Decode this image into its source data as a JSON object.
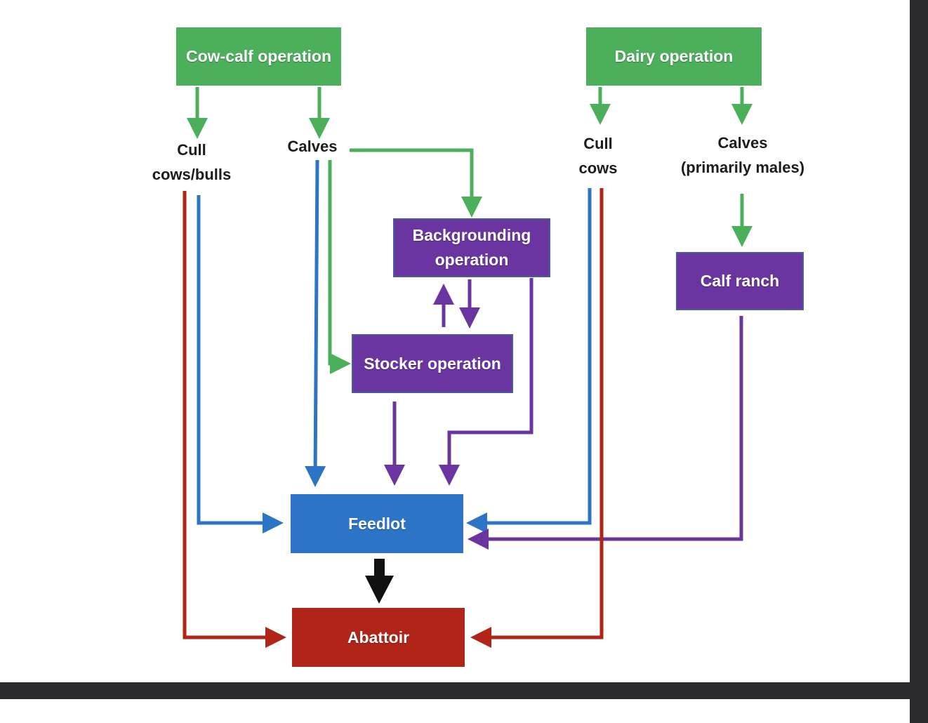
{
  "nodes": {
    "cow_calf": "Cow-calf operation",
    "dairy": "Dairy operation",
    "backgrounding_line1": "Backgrounding",
    "backgrounding_line2": "operation",
    "calf_ranch": "Calf ranch",
    "stocker": "Stocker operation",
    "feedlot": "Feedlot",
    "abattoir": "Abattoir"
  },
  "labels": {
    "cull_cows_bulls_line1": "Cull",
    "cull_cows_bulls_line2": "cows/bulls",
    "calves_beef": "Calves",
    "cull_cows_line1": "Cull",
    "cull_cows_line2": "cows",
    "calves_dairy_line1": "Calves",
    "calves_dairy_line2": "(primarily males)"
  },
  "colors": {
    "green": "#4caf5a",
    "purple": "#6a35a0",
    "blue": "#2c75c6",
    "red": "#b02518",
    "black": "#111111"
  }
}
